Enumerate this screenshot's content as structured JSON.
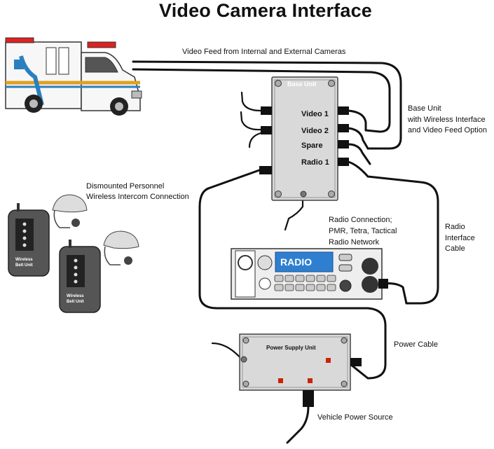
{
  "title": "Video Camera Interface",
  "labels": {
    "video_feed": "Video Feed from Internal and External Cameras",
    "base_unit_caption_line1": "Base Unit",
    "base_unit_caption_line2": "with Wireless Interface",
    "base_unit_caption_line3": "and Video Feed Option",
    "dismounted_line1": "Dismounted Personnel",
    "dismounted_line2": "Wireless Intercom Connection",
    "radio_connection_line1": "Radio Connection;",
    "radio_connection_line2": "PMR, Tetra, Tactical",
    "radio_connection_line3": "Radio Network",
    "radio_interface_line1": "Radio",
    "radio_interface_line2": "Interface",
    "radio_interface_line3": "Cable",
    "power_cable": "Power Cable",
    "vehicle_power": "Vehicle Power Source"
  },
  "base_unit": {
    "header": "Base Unit",
    "ports": [
      "Video 1",
      "Video 2",
      "Spare",
      "Radio 1"
    ]
  },
  "radio": {
    "display_text": "RADIO"
  },
  "power_supply": {
    "header": "Power Supply Unit"
  },
  "belt_unit": {
    "label_line1": "Wireless",
    "label_line2": "Belt Unit"
  },
  "colors": {
    "radio_display": "#2f7fd0",
    "led_red": "#cc2200",
    "device_gray": "#d9d9d9",
    "ambulance_stripe": "#e0a020",
    "ambulance_blue": "#2a7fc0"
  }
}
